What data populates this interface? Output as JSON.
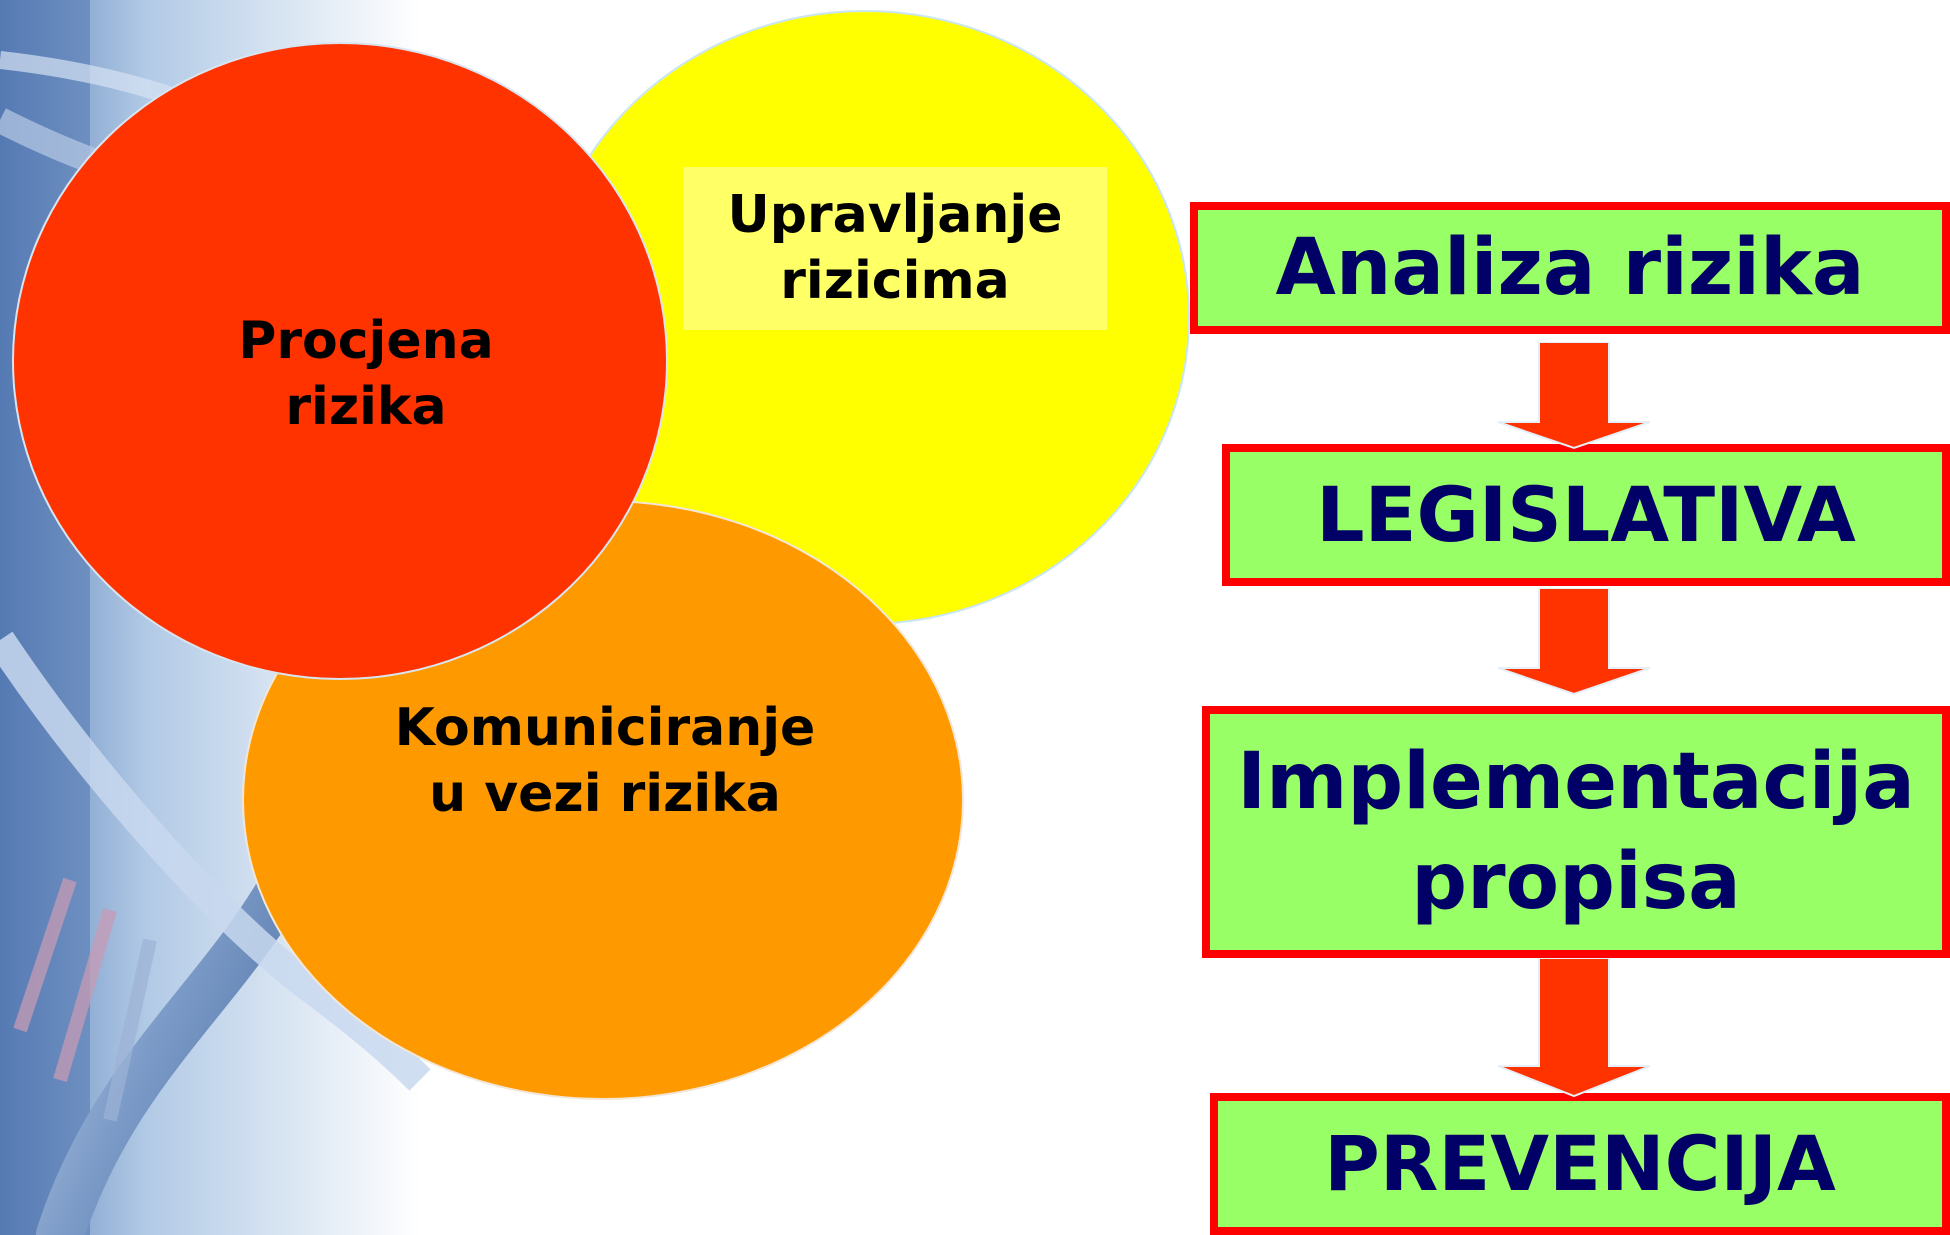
{
  "colors": {
    "circle_procjena": "#ff3300",
    "circle_upravljanje": "#ffff00",
    "circle_komuniciranje": "#ff9900",
    "step_fill": "#99ff66",
    "step_border": "#ff0000",
    "step_text": "#000066",
    "arrow": "#ff3300",
    "background_decoration": "#6f8fb8"
  },
  "diagram": {
    "circles": {
      "upravljanje": "Upravljanje\nrizicima",
      "procjena": "Procjena\nrizika",
      "komuniciranje": "Komuniciranje\nu vezi rizika"
    },
    "steps": {
      "analiza": "Analiza rizika",
      "legislativa": "LEGISLATIVA",
      "implementacija": "Implementacija\npropisa",
      "prevencija": "PREVENCIJA"
    },
    "arrows": [
      {
        "from": "Analiza rizika",
        "to": "LEGISLATIVA"
      },
      {
        "from": "LEGISLATIVA",
        "to": "Implementacija propisa"
      },
      {
        "from": "Implementacija propisa",
        "to": "PREVENCIJA"
      }
    ]
  }
}
